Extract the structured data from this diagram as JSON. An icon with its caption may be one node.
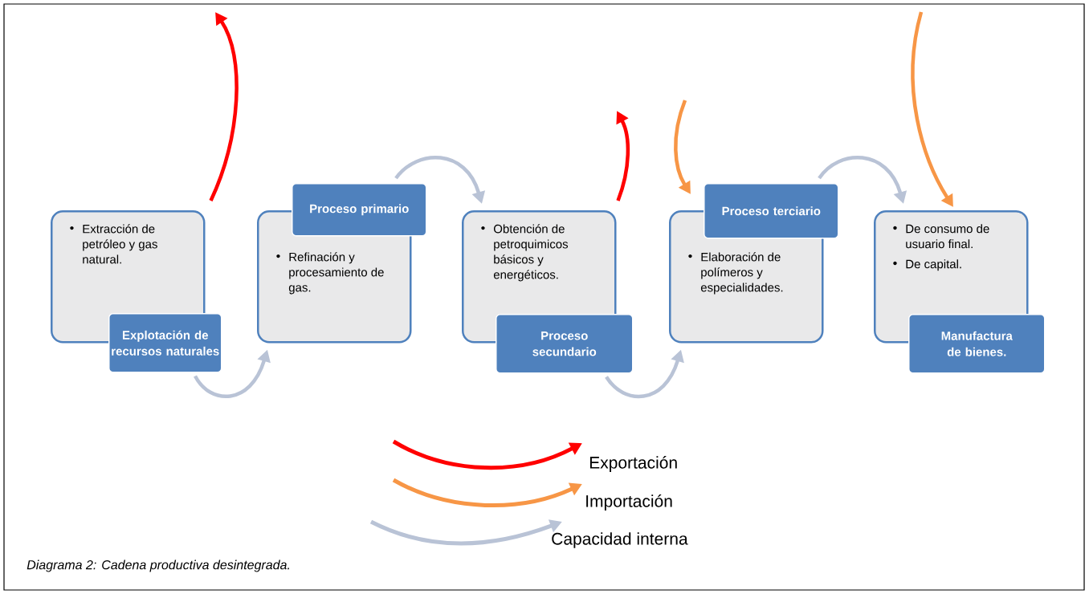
{
  "diagram": {
    "caption": "Diagrama 2: Cadena productiva desintegrada.",
    "nodes": [
      {
        "text": [
          "Extracción de petróleo y gas natural."
        ]
      },
      {
        "text": [
          "Explotación de recursos naturales"
        ]
      },
      {
        "text": [
          "Refinación y procesamiento de gas."
        ]
      },
      {
        "text": [
          "Proceso primario"
        ]
      },
      {
        "text": [
          "Obtención de petroquimicos básicos y energéticos."
        ]
      },
      {
        "text": [
          "Proceso secundario"
        ]
      },
      {
        "text": [
          "Elaboración de polímeros y especialidades."
        ]
      },
      {
        "text": [
          "Proceso terciario"
        ]
      },
      {
        "text": [
          "De consumo de usuario final.",
          "De capital."
        ]
      },
      {
        "text": [
          "Manufactura de bienes."
        ]
      }
    ],
    "edges": [
      {
        "from": 1,
        "to": 2,
        "arrow": "to"
      },
      {
        "from": 3,
        "to": 4,
        "arrow": "to"
      },
      {
        "from": 5,
        "to": 6,
        "arrow": "to"
      },
      {
        "from": 7,
        "to": 8,
        "arrow": "to"
      },
      {
        "from": 0,
        "to": null,
        "arrow": "to",
        "color": "#ff0000"
      },
      {
        "from": 4,
        "to": null,
        "arrow": "to",
        "color": "#ff0000"
      },
      {
        "from": null,
        "to": 7,
        "arrow": "to",
        "color": "#f79646"
      },
      {
        "from": null,
        "to": 8,
        "arrow": "to",
        "color": "#f79646"
      }
    ],
    "legend": [
      {
        "text": "Exportación"
      },
      {
        "text": "Importación"
      },
      {
        "text": "Capacidad interna"
      }
    ]
  }
}
